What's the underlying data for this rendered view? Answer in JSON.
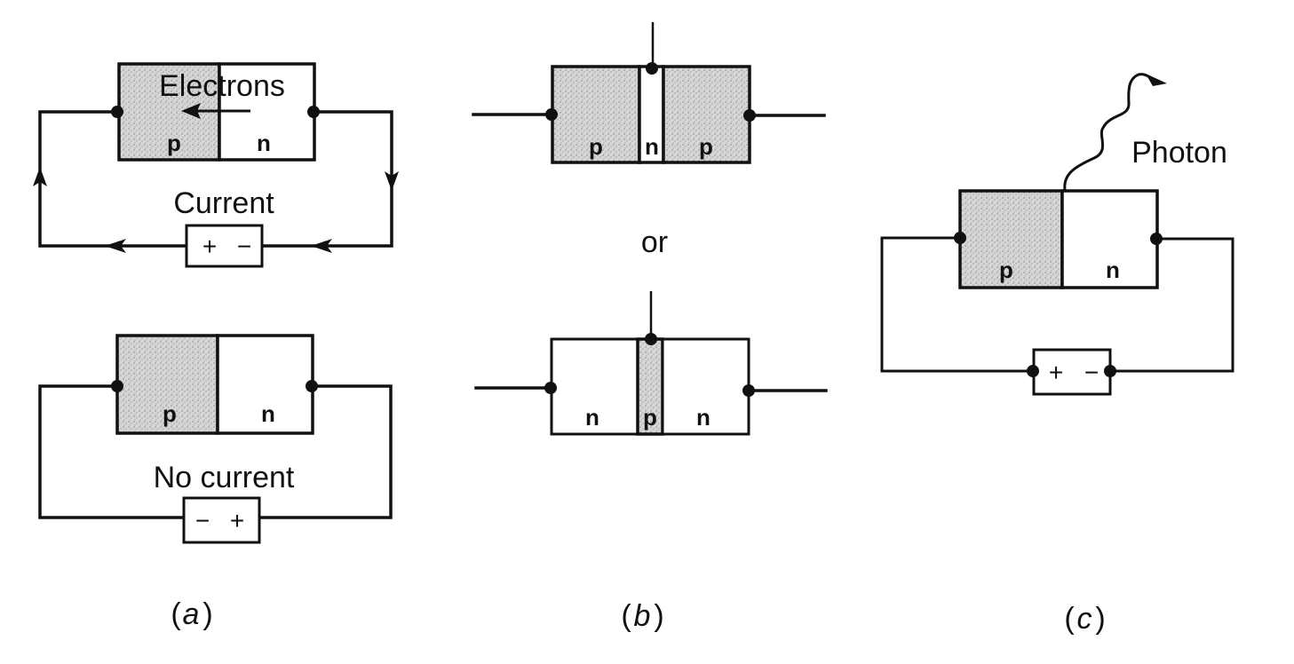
{
  "figure": {
    "panel_a": {
      "caption": "a",
      "forward_bias": {
        "electron_label": "Electrons",
        "current_label": "Current",
        "region_left": "p",
        "region_right": "n",
        "battery_left": "+",
        "battery_right": "−"
      },
      "reverse_bias": {
        "current_label": "No current",
        "region_left": "p",
        "region_right": "n",
        "battery_left": "−",
        "battery_right": "+"
      }
    },
    "panel_b": {
      "caption": "b",
      "separator": "or",
      "pnp": {
        "regions": [
          "p",
          "n",
          "p"
        ]
      },
      "npn": {
        "regions": [
          "n",
          "p",
          "n"
        ]
      }
    },
    "panel_c": {
      "caption": "c",
      "photon_label": "Photon",
      "region_left": "p",
      "region_right": "n",
      "battery_left": "+",
      "battery_right": "−"
    }
  },
  "colors": {
    "ink": "#111111",
    "p_fill": "#c8c8c8",
    "background": "#ffffff"
  }
}
